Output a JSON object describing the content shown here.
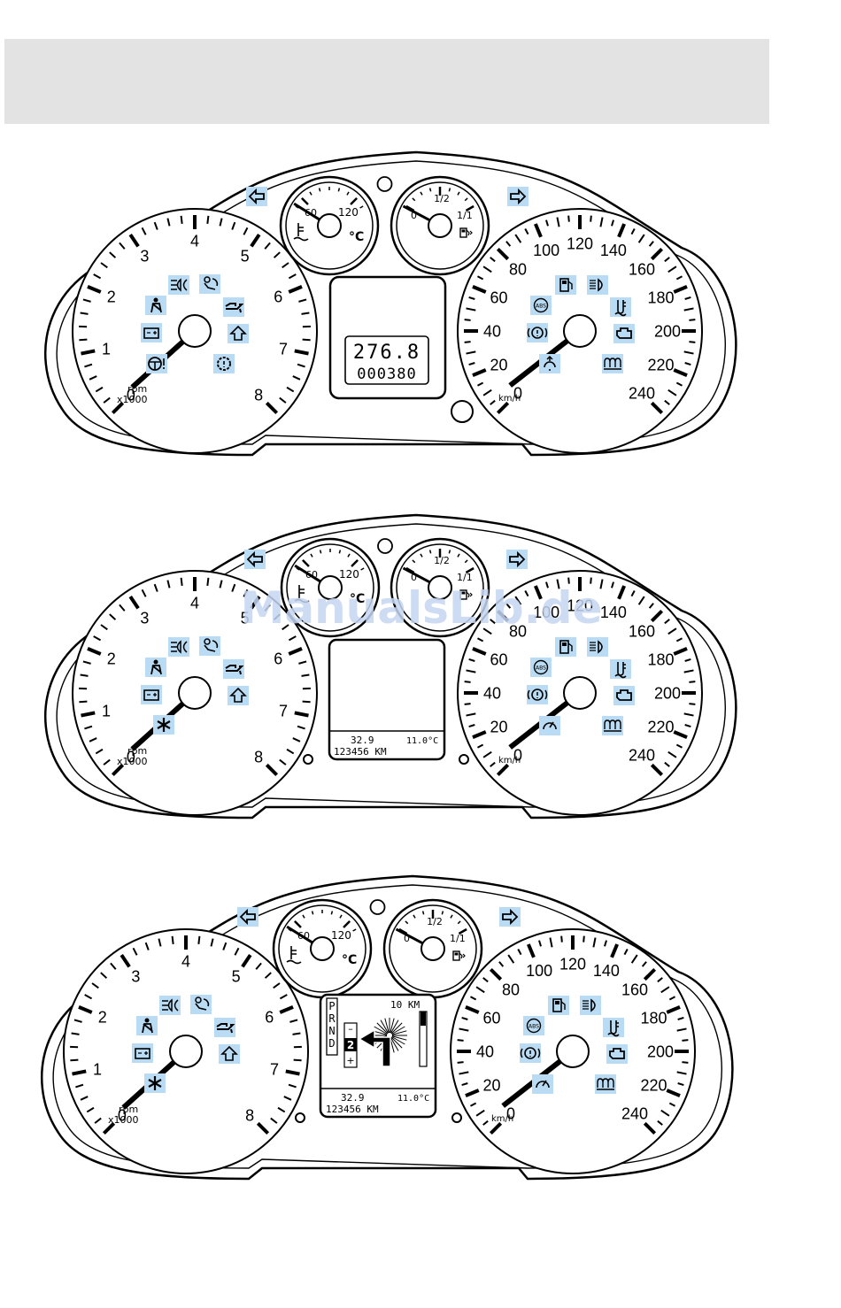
{
  "watermark": "ManualsLib.de",
  "tach_labels": [
    "0",
    "1",
    "2",
    "3",
    "4",
    "5",
    "6",
    "7",
    "8"
  ],
  "tach_unit_1": "rpm",
  "tach_unit_2": "x1000",
  "speed_labels": [
    "0",
    "20",
    "40",
    "60",
    "80",
    "100",
    "120",
    "140",
    "160",
    "180",
    "200",
    "220",
    "240"
  ],
  "speed_unit": "km/h",
  "temp_labels": [
    "60",
    "120"
  ],
  "temp_unit": "°C",
  "fuel_labels": [
    "0",
    "1/2",
    "1/1"
  ],
  "clusters": [
    {
      "name": "cluster-1",
      "display": {
        "type": "segment",
        "trip": "276.8",
        "odometer": "000380"
      }
    },
    {
      "name": "cluster-2",
      "display": {
        "type": "matrix",
        "fuel_value": "32.9",
        "outside_temp": "11.0°C",
        "odometer": "123456 KM"
      }
    },
    {
      "name": "cluster-3",
      "display": {
        "type": "matrix-nav",
        "gear_letters": [
          "P",
          "R",
          "N",
          "D"
        ],
        "minus": "–",
        "gear": "2",
        "plus": "+",
        "nav_distance": "10 KM",
        "fuel_value": "32.9",
        "outside_temp": "11.0°C",
        "odometer": "123456 KM"
      }
    }
  ],
  "colors": {
    "outline": "#000000",
    "icon_bg": "#b9dcf4",
    "header_bar": "#e3e3e3",
    "watermark": "#c5d6f2"
  }
}
